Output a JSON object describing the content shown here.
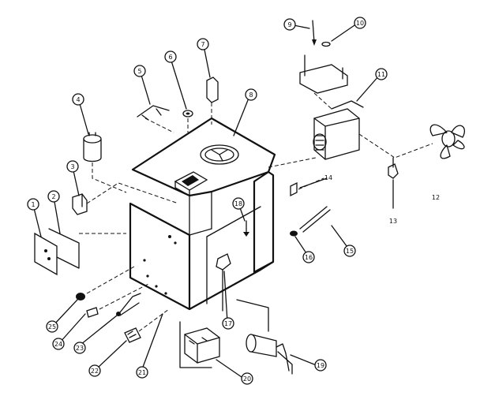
{
  "diagram": {
    "callouts": [
      {
        "id": 1,
        "label": "1"
      },
      {
        "id": 2,
        "label": "2"
      },
      {
        "id": 3,
        "label": "3"
      },
      {
        "id": 4,
        "label": "4"
      },
      {
        "id": 5,
        "label": "5"
      },
      {
        "id": 6,
        "label": "6"
      },
      {
        "id": 7,
        "label": "7"
      },
      {
        "id": 8,
        "label": "8"
      },
      {
        "id": 9,
        "label": "9"
      },
      {
        "id": 10,
        "label": "10"
      },
      {
        "id": 11,
        "label": "11"
      },
      {
        "id": 12,
        "label": "12"
      },
      {
        "id": 13,
        "label": "13"
      },
      {
        "id": 14,
        "label": "14"
      },
      {
        "id": 15,
        "label": "15"
      },
      {
        "id": 16,
        "label": "16"
      },
      {
        "id": 17,
        "label": "17"
      },
      {
        "id": 18,
        "label": "18"
      },
      {
        "id": 19,
        "label": "19"
      },
      {
        "id": 20,
        "label": "20"
      },
      {
        "id": 21,
        "label": "21"
      },
      {
        "id": 22,
        "label": "22"
      },
      {
        "id": 23,
        "label": "23"
      },
      {
        "id": 24,
        "label": "24"
      },
      {
        "id": 25,
        "label": "25"
      }
    ]
  }
}
